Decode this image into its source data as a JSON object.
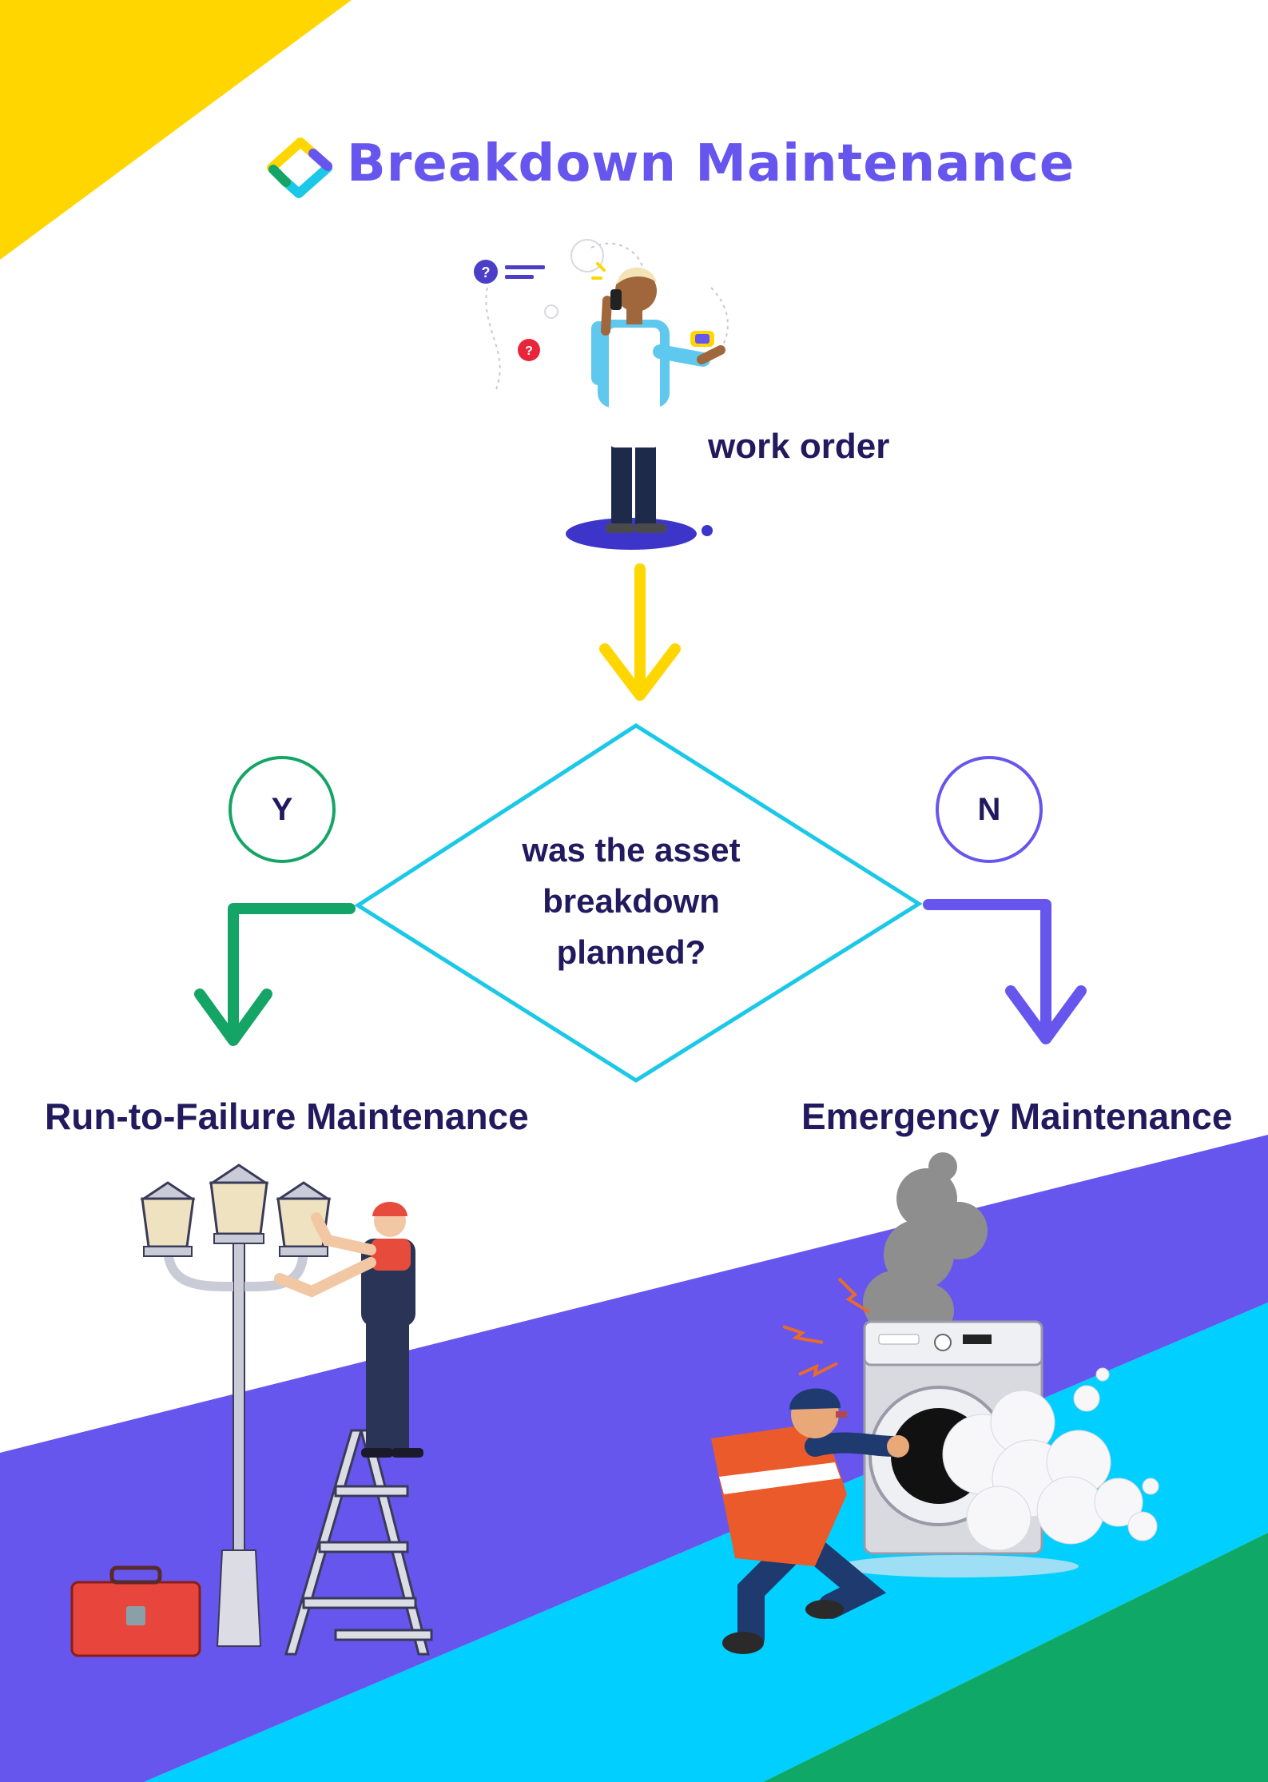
{
  "title": "Breakdown Maintenance",
  "start": {
    "label": "work order"
  },
  "decision": {
    "question": "was the asset breakdown planned?"
  },
  "branches": {
    "yes": {
      "marker": "Y",
      "label": "Run-to-Failure Maintenance",
      "color": "#14A566"
    },
    "no": {
      "marker": "N",
      "label": "Emergency Maintenance",
      "color": "#6656EE"
    }
  },
  "colors": {
    "brand": "#6656EE",
    "text": "#221A5E",
    "yellow": "#FFD600",
    "cyan": "#1CC8E8",
    "light_blue": "#00CFFF",
    "green": "#0FA866"
  }
}
